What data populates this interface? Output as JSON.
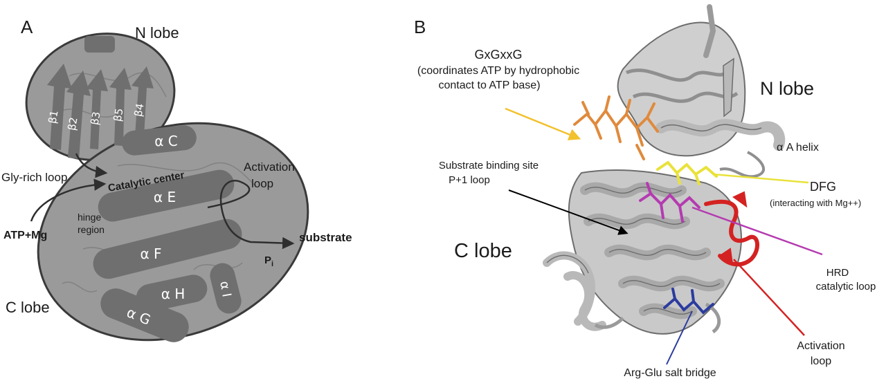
{
  "panel_a": {
    "panel_letter": "A",
    "n_lobe": "N lobe",
    "c_lobe": "C lobe",
    "strands": [
      "β1",
      "β2",
      "β3",
      "β5",
      "β4"
    ],
    "helix_c": "α C",
    "helix_e": "α E",
    "helix_f": "α F",
    "helix_g": "α G",
    "helix_h": "α H",
    "helix_i": "α I",
    "gly_rich_loop": "Gly-rich loop",
    "catalytic_center": "Catalytic center",
    "activation_loop_line1": "Activation",
    "activation_loop_line2": "loop",
    "hinge_line1": "hinge",
    "hinge_line2": "region",
    "atp_mg": "ATP+Mg",
    "pi_main": "P",
    "pi_sub": "i",
    "substrate": "substrate",
    "colors": {
      "lobe_fill": "#9a9a9a",
      "element_fill": "#6f6f6f",
      "outline": "#3a3a3a"
    }
  },
  "panel_b": {
    "panel_letter": "B",
    "n_lobe": "N lobe",
    "c_lobe": "C lobe",
    "gxgxxg_line1": "GxGxxG",
    "gxgxxg_line2": "(coordinates ATP by hydrophobic",
    "gxgxxg_line3": "contact to ATP  base)",
    "alpha_a": "α A helix",
    "substrate_site_line1": "Substrate binding site",
    "substrate_site_line2": "P+1 loop",
    "dfg_line1": "DFG",
    "dfg_line2": "(interacting with Mg++)",
    "hrd_line1": "HRD",
    "hrd_line2": "catalytic loop",
    "activation_line1": "Activation",
    "activation_line2": "loop",
    "salt_bridge": "Arg-Glu salt bridge",
    "colors": {
      "ribbon": "#b9b9b9",
      "ribbon_edge": "#6c6c6c",
      "gxgxxg": "#e08a3c",
      "gxgxxg_arrow": "#f2c12e",
      "dfg": "#e9e23a",
      "hrd": "#b43bb0",
      "activation": "#d42222",
      "salt_bridge": "#2b3c9e",
      "substrate_arrow": "#000000"
    }
  }
}
